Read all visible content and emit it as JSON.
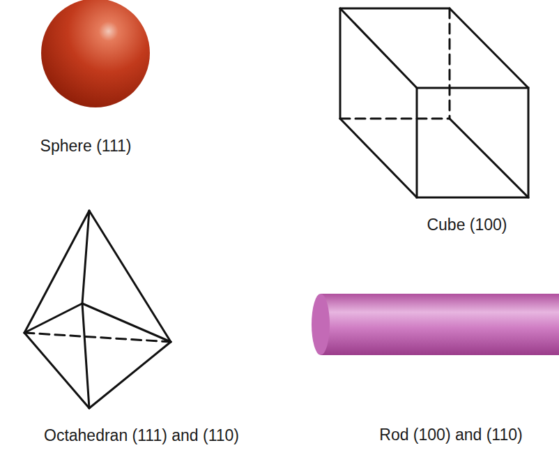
{
  "diagram": {
    "labels": [
      "Sphere (111)",
      "Cube (100)",
      "Octahedran (111) and (110)",
      "Rod (100) and (110)"
    ]
  }
}
